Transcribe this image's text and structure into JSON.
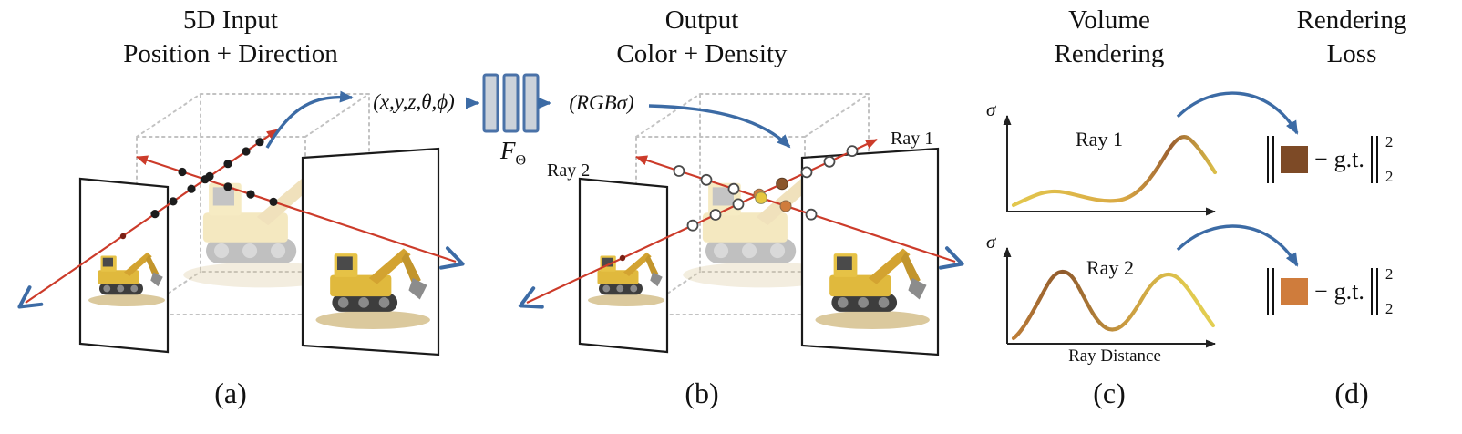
{
  "figure": {
    "panel_a": {
      "caption": "(a)",
      "title_line1": "5D Input",
      "title_line2": "Position + Direction"
    },
    "panel_b": {
      "caption": "(b)",
      "title_line1": "Output",
      "title_line2": "Color + Density",
      "ray1_label": "Ray 1",
      "ray2_label": "Ray 2"
    },
    "panel_c": {
      "caption": "(c)",
      "title_line1": "Volume",
      "title_line2": "Rendering",
      "plot1_label": "Ray 1",
      "plot2_label": "Ray 2",
      "sigma_axis_label": "σ",
      "x_axis_label": "Ray Distance"
    },
    "panel_d": {
      "caption": "(d)",
      "title_line1": "Rendering",
      "title_line2": "Loss",
      "minus_sign": "−",
      "gt_label": "g.t.",
      "norm_exponent": "2",
      "norm_subscript": "2"
    }
  },
  "network": {
    "input_label": "(x,y,z,θ,ϕ)",
    "function_name": "F",
    "function_subscript": "Θ",
    "output_label": "(RGBσ)"
  },
  "colors": {
    "ray_red": "#cc3b2a",
    "arrow_blue": "#3c6ba5",
    "cube_gray": "#c2c2c2",
    "dot_black": "#1c1c1c",
    "circle_stroke": "#4a4a4a",
    "sample_yellow": "#e6c73e",
    "sample_orange": "#cf7c3c",
    "sample_brown": "#8a552c",
    "loss_brown": "#7d4a26",
    "loss_orange": "#cf7c3c",
    "bar_fill": "#ccd2da",
    "bar_stroke": "#4a72a8"
  },
  "chart_data": [
    {
      "type": "line",
      "title": "Ray 1",
      "xlabel": "Ray Distance",
      "ylabel": "σ",
      "x_norm": [
        0,
        0.1,
        0.2,
        0.3,
        0.4,
        0.5,
        0.6,
        0.7,
        0.8,
        0.85,
        0.9,
        1
      ],
      "sigma_norm": [
        0.06,
        0.15,
        0.17,
        0.12,
        0.1,
        0.11,
        0.13,
        0.3,
        0.72,
        0.82,
        0.6,
        0.4
      ],
      "gradient": [
        "#e3c84e",
        "#d9a844",
        "#9c6030",
        "#dcc04a"
      ],
      "grid": false,
      "legend": "none"
    },
    {
      "type": "line",
      "title": "Ray 2",
      "xlabel": "Ray Distance",
      "ylabel": "σ",
      "x_norm": [
        0,
        0.08,
        0.17,
        0.25,
        0.33,
        0.42,
        0.5,
        0.58,
        0.67,
        0.75,
        0.83,
        0.92,
        1
      ],
      "sigma_norm": [
        0.05,
        0.3,
        0.65,
        0.78,
        0.45,
        0.18,
        0.15,
        0.3,
        0.55,
        0.77,
        0.6,
        0.3,
        0.17
      ],
      "gradient": [
        "#c08038",
        "#8f5a2c",
        "#c99a40",
        "#e0c84e"
      ],
      "grid": false,
      "legend": "none"
    }
  ]
}
